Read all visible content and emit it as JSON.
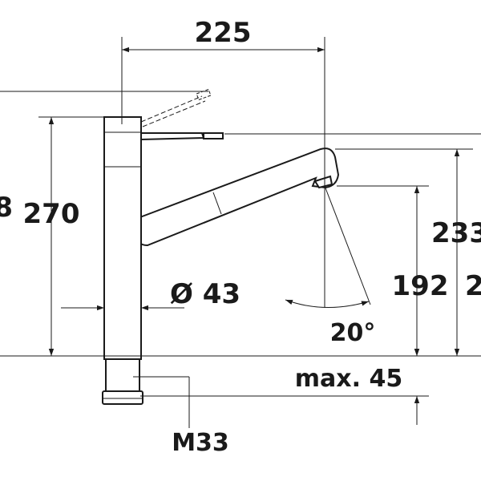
{
  "dimensions": {
    "width_top": "225",
    "height_left": "270",
    "height_left_cut": "8",
    "diameter": "Ø 43",
    "spout_height": "192",
    "height_right": "233",
    "height_right_cut": "2",
    "angle": "20°",
    "deck_max": "max. 45",
    "thread": "M33"
  }
}
